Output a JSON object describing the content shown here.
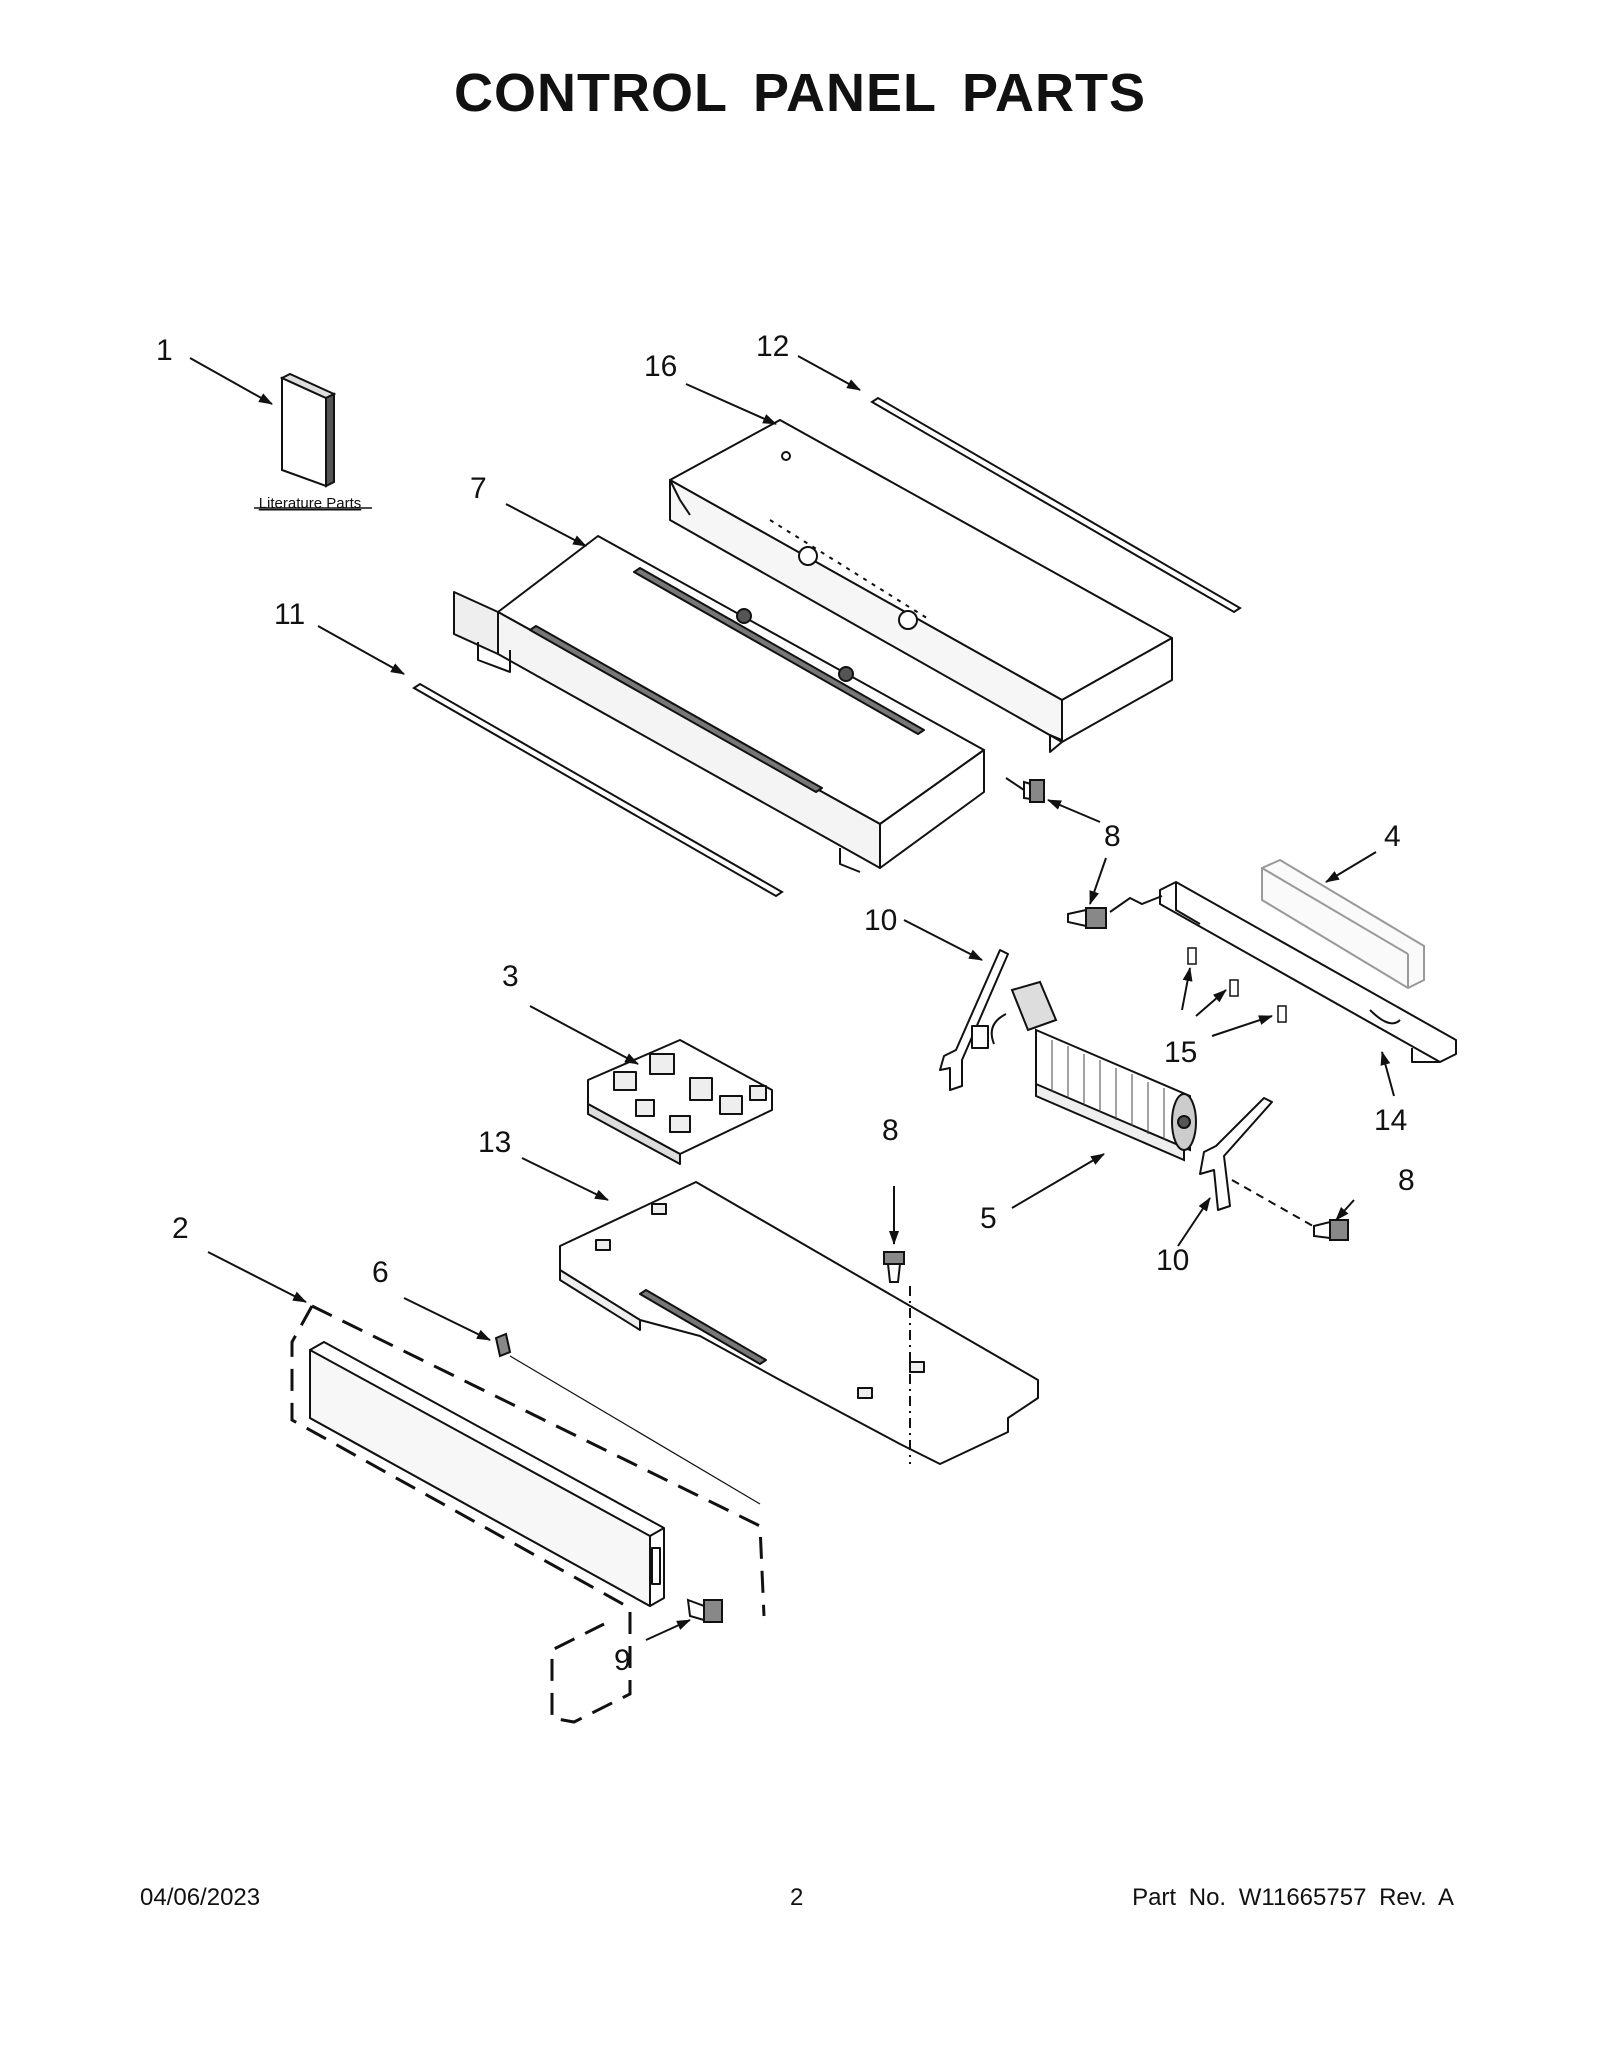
{
  "page": {
    "title": "CONTROL PANEL PARTS",
    "footer_date": "04/06/2023",
    "footer_page": "2",
    "footer_part": "Part No.  W11665757  Rev.  A"
  },
  "diagram": {
    "literature_label": "Literature Parts",
    "callouts": [
      "1",
      "16",
      "12",
      "7",
      "11",
      "8",
      "4",
      "10",
      "3",
      "15",
      "14",
      "8",
      "13",
      "5",
      "8",
      "2",
      "10",
      "6",
      "9"
    ]
  }
}
